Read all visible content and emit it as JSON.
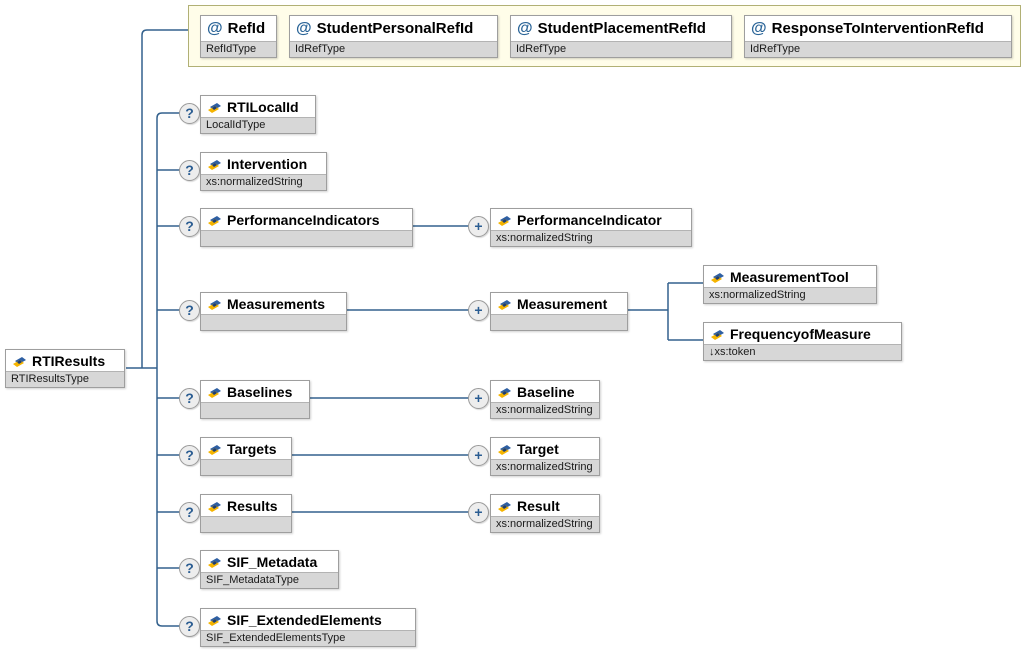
{
  "glyphs": {
    "attribute": "@",
    "optional": "?",
    "repeats": "+"
  },
  "root": {
    "name": "RTIResults",
    "type": "RTIResultsType"
  },
  "attributes": [
    {
      "name": "RefId",
      "type": "RefIdType"
    },
    {
      "name": "StudentPersonalRefId",
      "type": "IdRefType"
    },
    {
      "name": "StudentPlacementRefId",
      "type": "IdRefType"
    },
    {
      "name": "ResponseToInterventionRefId",
      "type": "IdRefType"
    }
  ],
  "children": [
    {
      "name": "RTILocalId",
      "type": "LocalIdType"
    },
    {
      "name": "Intervention",
      "type": "xs:normalizedString"
    },
    {
      "name": "PerformanceIndicators",
      "type": ""
    },
    {
      "name": "Measurements",
      "type": ""
    },
    {
      "name": "Baselines",
      "type": ""
    },
    {
      "name": "Targets",
      "type": ""
    },
    {
      "name": "Results",
      "type": ""
    },
    {
      "name": "SIF_Metadata",
      "type": "SIF_MetadataType"
    },
    {
      "name": "SIF_ExtendedElements",
      "type": "SIF_ExtendedElementsType"
    }
  ],
  "descendants": [
    {
      "name": "PerformanceIndicator",
      "type": "xs:normalizedString"
    },
    {
      "name": "Measurement",
      "type": ""
    },
    {
      "name": "Baseline",
      "type": "xs:normalizedString"
    },
    {
      "name": "Target",
      "type": "xs:normalizedString"
    },
    {
      "name": "Result",
      "type": "xs:normalizedString"
    },
    {
      "name": "MeasurementTool",
      "type": "xs:normalizedString"
    },
    {
      "name": "FrequencyofMeasure",
      "type": "↓xs:token"
    }
  ],
  "colors": {
    "wire": "#33618d",
    "group_bg": "#fffde9",
    "group_border": "#b1b075",
    "type_strip": "#d7d7d7",
    "glyph_blue": "#2b5d92"
  }
}
